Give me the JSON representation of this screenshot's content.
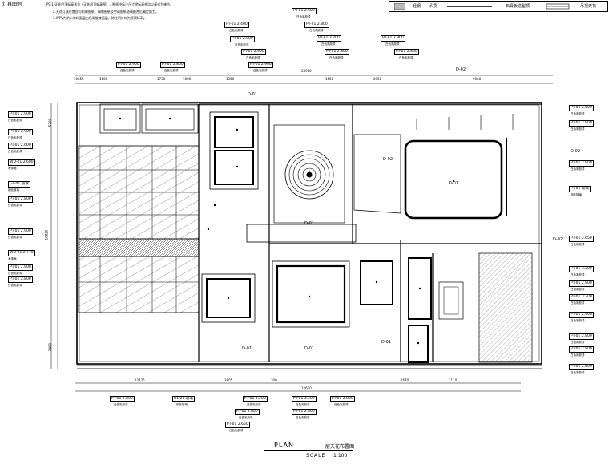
{
  "header": {
    "left_title": "灯具图例",
    "notes": [
      "PS:1.天花吊顶标高详见《天花吊顶标高图》，图纸中标注尺寸除标高外均以毫米为单位。",
      "2.天花灯具位置应与机电图纸、弱电图纸及空调图纸协调配合后确定施工。",
      "3.WPV为防水涂料面层白色乳胶漆面层，除注明外均为原顶标高。"
    ]
  },
  "legend": {
    "items": [
      "石膏板",
      "轻钢——吊顶",
      "",
      "石膏板造型顶",
      "",
      "吊顶天花"
    ]
  },
  "dimensions": {
    "top": [
      "10655",
      "1600",
      "1730",
      "1000",
      "1360",
      "1650",
      "2960",
      "9060"
    ],
    "top_total": "28980",
    "bottom": [
      "12175",
      "3805",
      "300",
      "1670",
      "2110"
    ],
    "bottom_total": "22620",
    "left": [
      "5700",
      "10820",
      "2400"
    ]
  },
  "top_tags": [
    {
      "code": "PT-01",
      "height": "2.900",
      "desc": "白色乳胶漆"
    },
    {
      "code": "PT-01",
      "height": "2.800",
      "desc": "白色乳胶漆"
    },
    {
      "code": "PT-01",
      "height": "2.400",
      "desc": "白色乳胶漆"
    },
    {
      "code": "PT-01",
      "height": "2.800",
      "desc": "白色乳胶漆"
    },
    {
      "code": "PT-01",
      "height": "2.900",
      "desc": "白色乳胶漆"
    },
    {
      "code": "PT-01",
      "height": "2.900",
      "desc": "白色乳胶漆"
    },
    {
      "code": "PT-01",
      "height": "2.600",
      "desc": "白色乳胶漆"
    },
    {
      "code": "PT-01",
      "height": "2.800",
      "desc": "白色乳胶漆"
    },
    {
      "code": "PT-01",
      "height": "3.200",
      "desc": "白色乳胶漆"
    },
    {
      "code": "PT-01",
      "height": "2.800",
      "desc": "白色乳胶漆"
    },
    {
      "code": "PT-01",
      "height": "2.900",
      "desc": "白色乳胶漆"
    },
    {
      "code": "PT-01",
      "height": "2.800",
      "desc": "白色乳胶漆"
    }
  ],
  "left_tags": [
    {
      "code": "PT-01",
      "height": "2.900",
      "desc": "白色乳胶漆"
    },
    {
      "code": "PT-01",
      "height": "2.900",
      "desc": "白色乳胶漆"
    },
    {
      "code": "PT-01",
      "height": "2.600",
      "desc": "白色乳胶漆"
    },
    {
      "code": "WD-01",
      "height": "2.600",
      "desc": "木饰面"
    },
    {
      "code": "GL-01",
      "height": "玻璃",
      "desc": "钢化玻璃"
    },
    {
      "code": "PT-01",
      "height": "2.800",
      "desc": "白色乳胶漆"
    },
    {
      "code": "PT-01",
      "height": "2.900",
      "desc": "白色乳胶漆"
    },
    {
      "code": "WD-01",
      "height": "2.770",
      "desc": "木饰面"
    },
    {
      "code": "PT-01",
      "height": "2.900",
      "desc": "白色乳胶漆"
    },
    {
      "code": "PT-01",
      "height": "2.800",
      "desc": "白色乳胶漆"
    }
  ],
  "right_tags": [
    {
      "code": "PT-01",
      "height": "2.600",
      "desc": "白色乳胶漆"
    },
    {
      "code": "PT-01",
      "height": "2.900",
      "desc": "白色乳胶漆"
    },
    {
      "code": "PT-01",
      "height": "2.900",
      "desc": "白色乳胶漆"
    },
    {
      "code": "PT-01",
      "height": "玻璃",
      "desc": "钢化玻璃"
    },
    {
      "code": "PT-01",
      "height": "2.650",
      "desc": "白色乳胶漆"
    },
    {
      "code": "PT-01",
      "height": "3.200",
      "desc": "白色乳胶漆"
    },
    {
      "code": "PT-01",
      "height": "2.900",
      "desc": "白色乳胶漆"
    },
    {
      "code": "PT-01",
      "height": "3.200",
      "desc": "白色乳胶漆"
    },
    {
      "code": "PT-01",
      "height": "2.900",
      "desc": "白色乳胶漆"
    },
    {
      "code": "PT-01",
      "height": "2.800",
      "desc": "白色乳胶漆"
    },
    {
      "code": "PT-01",
      "height": "2.800",
      "desc": "白色乳胶漆"
    },
    {
      "code": "PT-01",
      "height": "2.800",
      "desc": "白色乳胶漆"
    }
  ],
  "bottom_tags": [
    {
      "code": "PT-01",
      "height": "2.800",
      "desc": "白色乳胶漆"
    },
    {
      "code": "GL-01",
      "height": "玻璃",
      "desc": "钢化玻璃"
    },
    {
      "code": "PT-01",
      "height": "2.200",
      "desc": "白色乳胶漆"
    },
    {
      "code": "PT-01",
      "height": "2.800",
      "desc": "白色乳胶漆"
    },
    {
      "code": "PT-01",
      "height": "3.200",
      "desc": "白色乳胶漆"
    },
    {
      "code": "PT-01",
      "height": "2.650",
      "desc": "白色乳胶漆"
    },
    {
      "code": "PT-01",
      "height": "2.800",
      "desc": "白色乳胶漆"
    },
    {
      "code": "PT-01",
      "height": "2.650",
      "desc": "白色乳胶漆"
    }
  ],
  "section_marks": [
    "D-01",
    "D-02",
    "D-01",
    "D-02",
    "D-01",
    "D-02",
    "D-01",
    "D-01",
    "D-01",
    "D-02"
  ],
  "footer": {
    "plan_label": "PLAN",
    "plan_name": "一层天花布置图",
    "scale_label": "SCALE",
    "scale_value": "1:100"
  }
}
